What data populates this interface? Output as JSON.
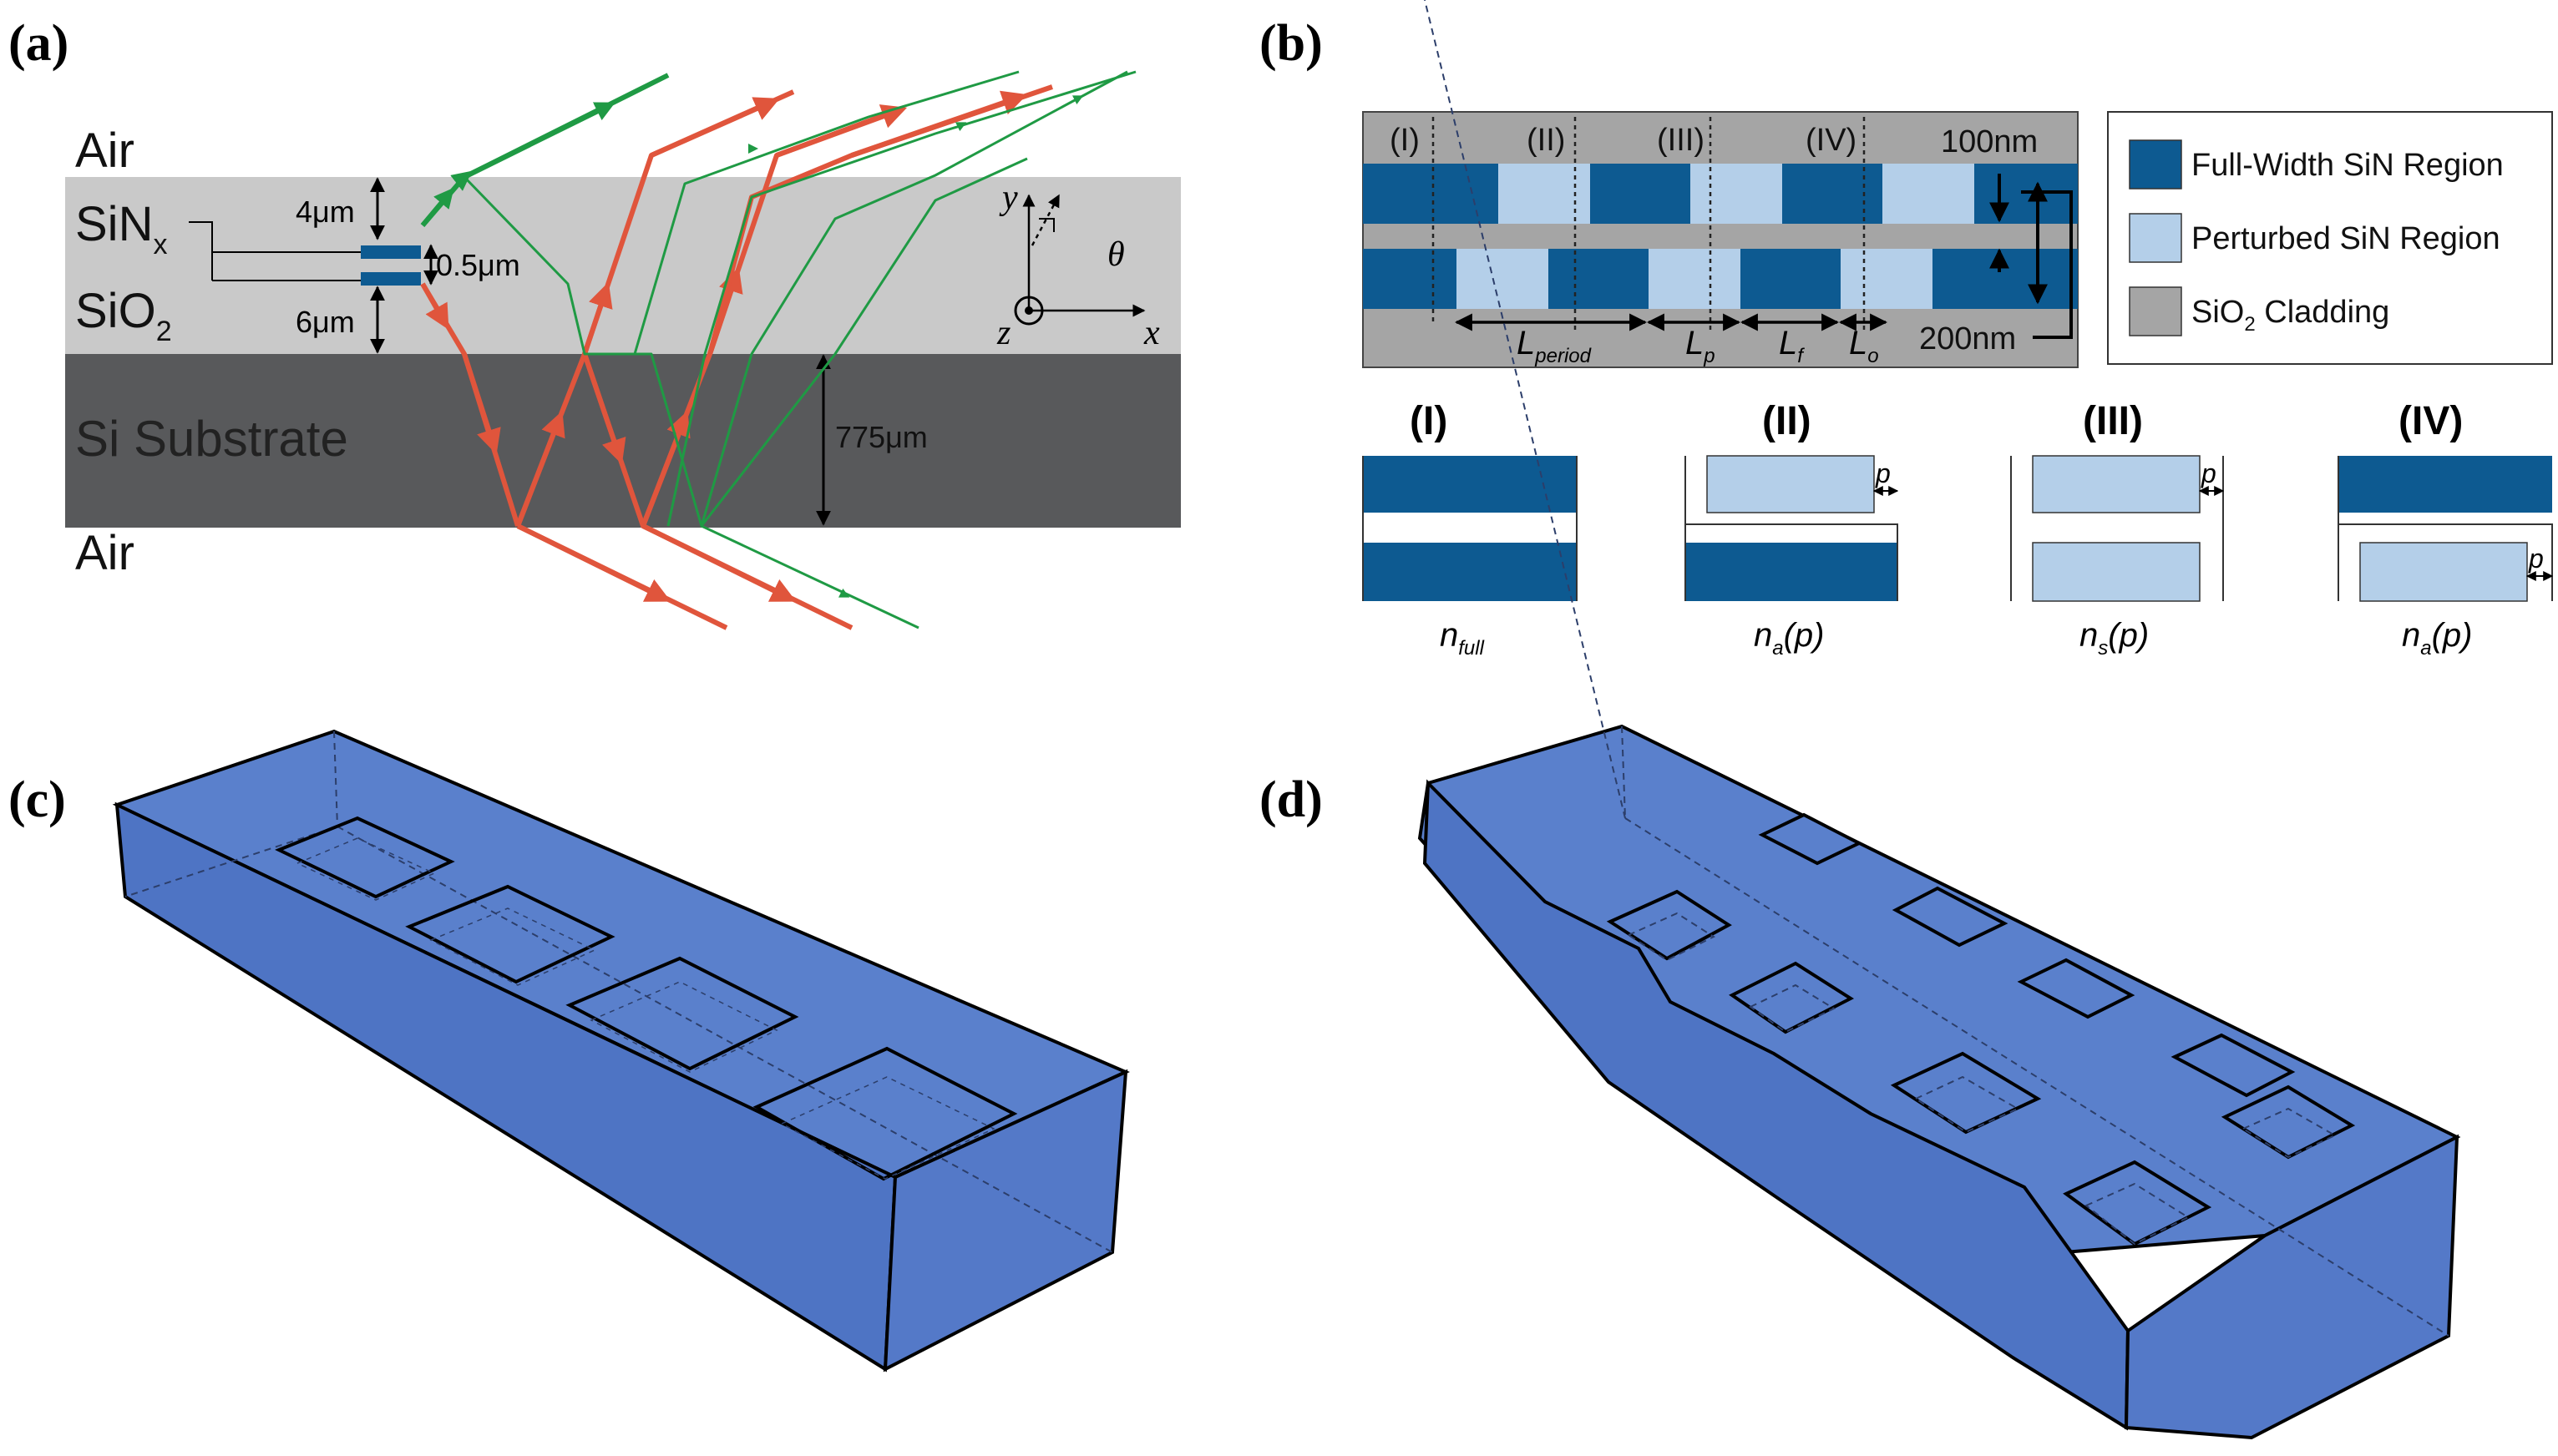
{
  "panel_labels": {
    "a": "(a)",
    "b": "(b)",
    "c": "(c)",
    "d": "(d)"
  },
  "panel_a": {
    "air_top": "Air",
    "sin_x_main": "SiN",
    "sin_x_sub": "x",
    "sio2_main": "SiO",
    "sio2_sub": "2",
    "si_substrate": "Si Substrate",
    "air_bottom": "Air",
    "thickness_top": "4μm",
    "thickness_core": "0.5μm",
    "thickness_bottom": "6μm",
    "thickness_substrate": "775μm",
    "axis_y": "y",
    "axis_x": "x",
    "axis_z": "z",
    "axis_theta": "θ"
  },
  "panel_b": {
    "region_labels": [
      "(I)",
      "(II)",
      "(III)",
      "(IV)"
    ],
    "dim_100": "100nm",
    "dim_200": "200nm",
    "lengths": {
      "period_main": "L",
      "period_sub": "period",
      "p_main": "L",
      "p_sub": "p",
      "f_main": "L",
      "f_sub": "f",
      "o_main": "L",
      "o_sub": "o"
    },
    "legend": [
      {
        "label": "Full-Width SiN Region",
        "color": "#0d5a91"
      },
      {
        "label": "Perturbed SiN Region",
        "color": "#b4cfe9"
      },
      {
        "label": "SiO",
        "label_sub": "2",
        "label_tail": " Cladding",
        "color": "#a5a5a5"
      }
    ],
    "cross_sections": [
      {
        "title": "(I)",
        "n_main": "n",
        "n_sub": "full",
        "n_arg": ""
      },
      {
        "title": "(II)",
        "n_main": "n",
        "n_sub": "a",
        "n_arg": "(p)",
        "p": "p"
      },
      {
        "title": "(III)",
        "n_main": "n",
        "n_sub": "s",
        "n_arg": "(p)",
        "p": "p"
      },
      {
        "title": "(IV)",
        "n_main": "n",
        "n_sub": "a",
        "n_arg": "(p)",
        "p": "p"
      }
    ]
  },
  "colors": {
    "dark_sin": "#0d5a91",
    "light_sin": "#b4cfe9",
    "cladding": "#a5a5a5",
    "layer_light": "#c9c9c9",
    "substrate": "#58595b",
    "red_ray": "#e0553c",
    "green_ray": "#1f9a44",
    "block_blue": "#5a80cc"
  }
}
